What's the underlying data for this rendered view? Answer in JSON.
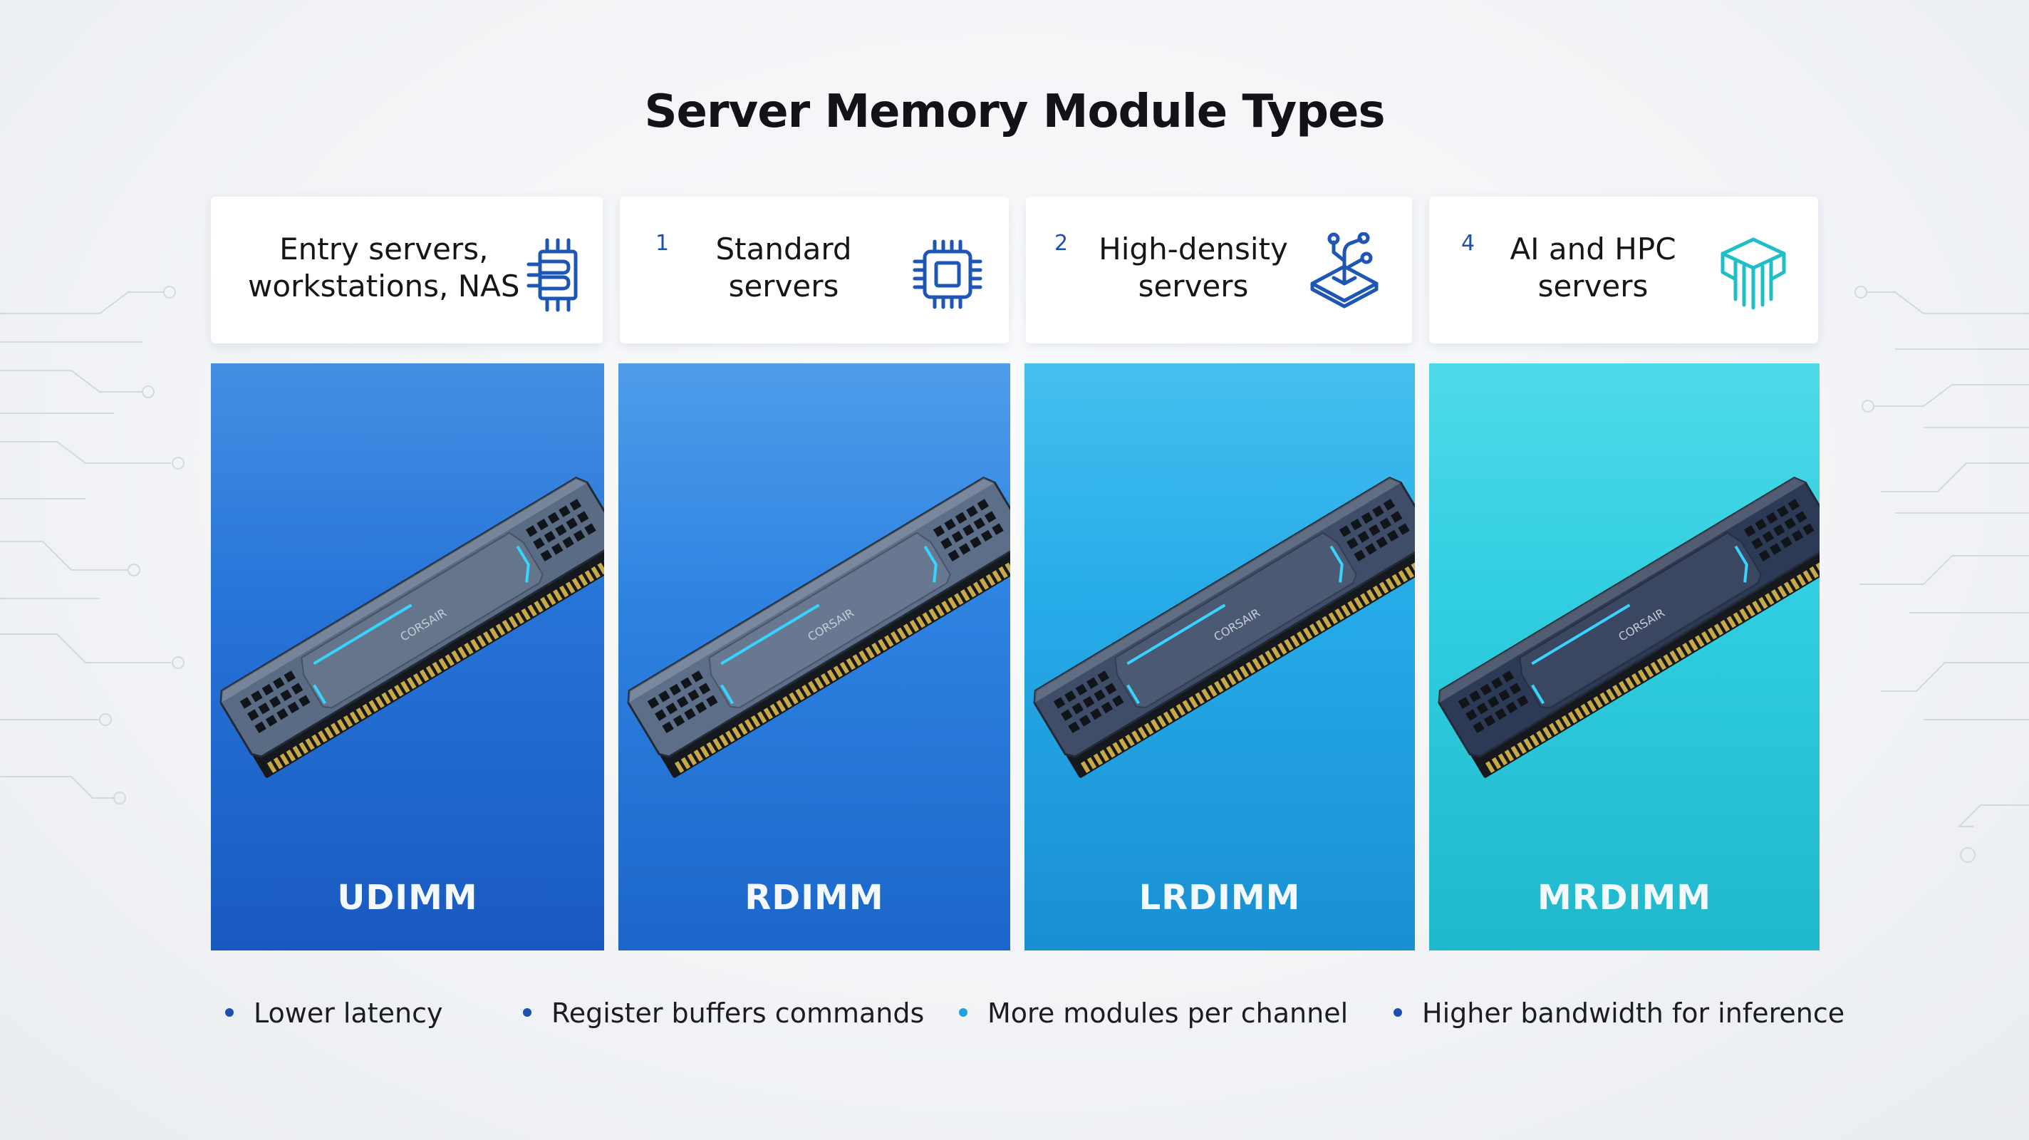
{
  "title": "Server Memory Module Types",
  "use_cases": [
    {
      "number": "",
      "line1": "Entry servers,",
      "line2": "workstations, NAS",
      "icon": "memory-slot-icon"
    },
    {
      "number": "1",
      "line1": "Standard",
      "line2": "servers",
      "icon": "cpu-chip-icon"
    },
    {
      "number": "2",
      "line1": "High-density",
      "line2": "servers",
      "icon": "stacked-layers-icon"
    },
    {
      "number": "4",
      "line1": "AI and HPC",
      "line2": "servers",
      "icon": "server-node-icon"
    }
  ],
  "modules": [
    {
      "name": "UDIMM",
      "color_top": "#2e7fde",
      "color_bottom": "#1b5fcb",
      "bullet": "Lower latency",
      "dot": "#1f4fae"
    },
    {
      "name": "RDIMM",
      "color_top": "#3a8fe6",
      "color_bottom": "#1f6fd6",
      "bullet": "Register buffers commands",
      "dot": "#1f4fae"
    },
    {
      "name": "LRDIMM",
      "color_top": "#2db4ec",
      "color_bottom": "#1a9adf",
      "bullet": "More modules per channel",
      "dot": "#1ea3e0"
    },
    {
      "name": "MRDIMM",
      "color_top": "#35d3e4",
      "color_bottom": "#22c2d6",
      "bullet": "Higher bandwidth for inference",
      "dot": "#1f4fae"
    }
  ],
  "module_label": "CORSAIR"
}
